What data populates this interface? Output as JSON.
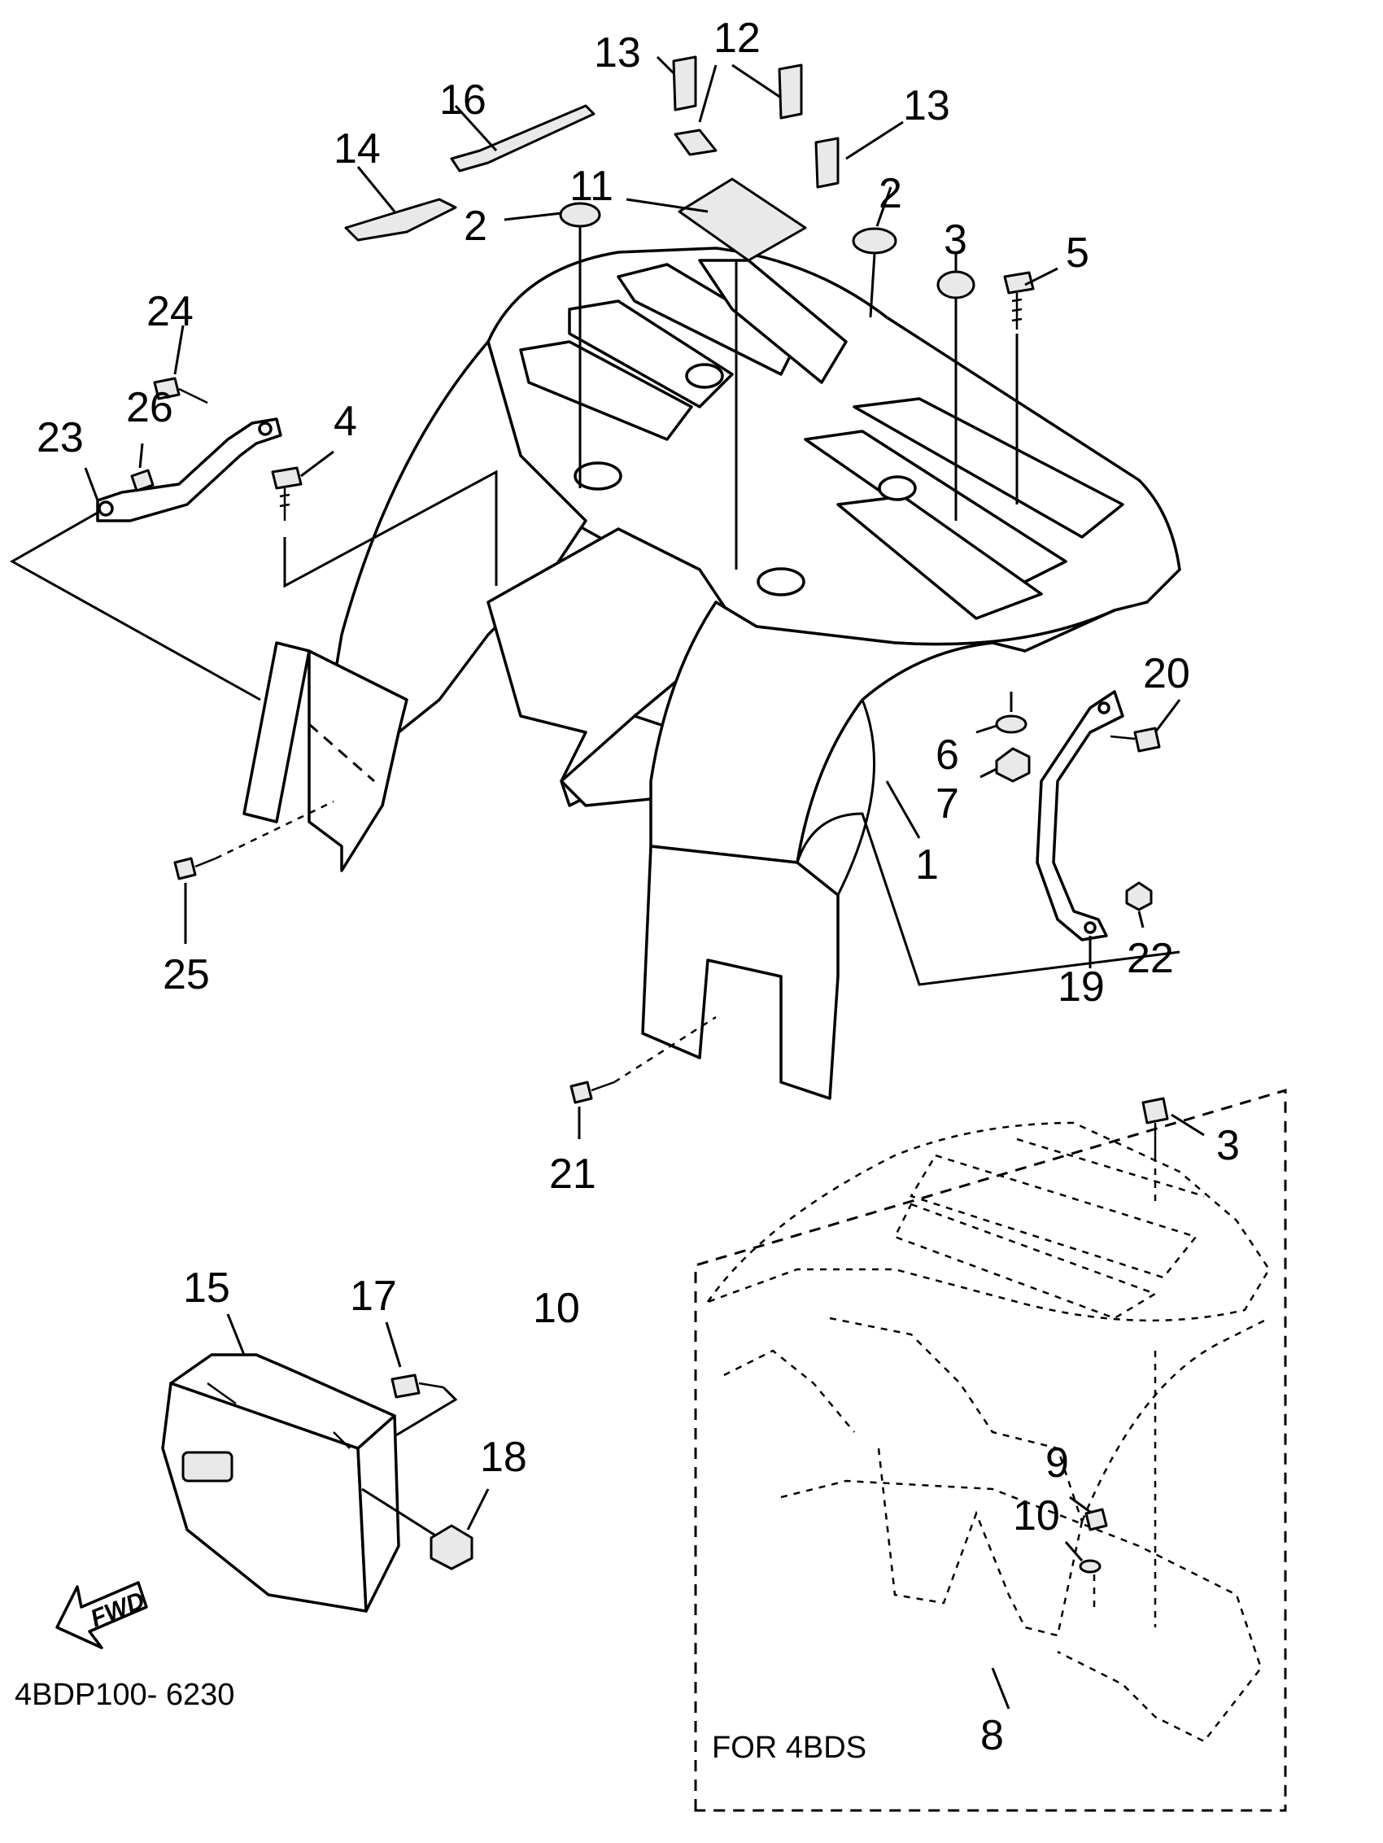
{
  "callouts": {
    "c1": "1",
    "c2a": "2",
    "c2b": "2",
    "c3a": "3",
    "c3b": "3",
    "c4": "4",
    "c5": "5",
    "c6": "6",
    "c7": "7",
    "c8": "8",
    "c9": "9",
    "c10a": "10",
    "c10b": "10",
    "c11": "11",
    "c12": "12",
    "c13a": "13",
    "c13b": "13",
    "c14": "14",
    "c15": "15",
    "c16": "16",
    "c17": "17",
    "c18": "18",
    "c19": "19",
    "c20": "20",
    "c21": "21",
    "c22": "22",
    "c23": "23",
    "c24": "24",
    "c25": "25",
    "c26": "26"
  },
  "inset_note": "FOR 4BDS",
  "fwd_label": "FWD",
  "diagram_code": "4BDP100- 6230"
}
